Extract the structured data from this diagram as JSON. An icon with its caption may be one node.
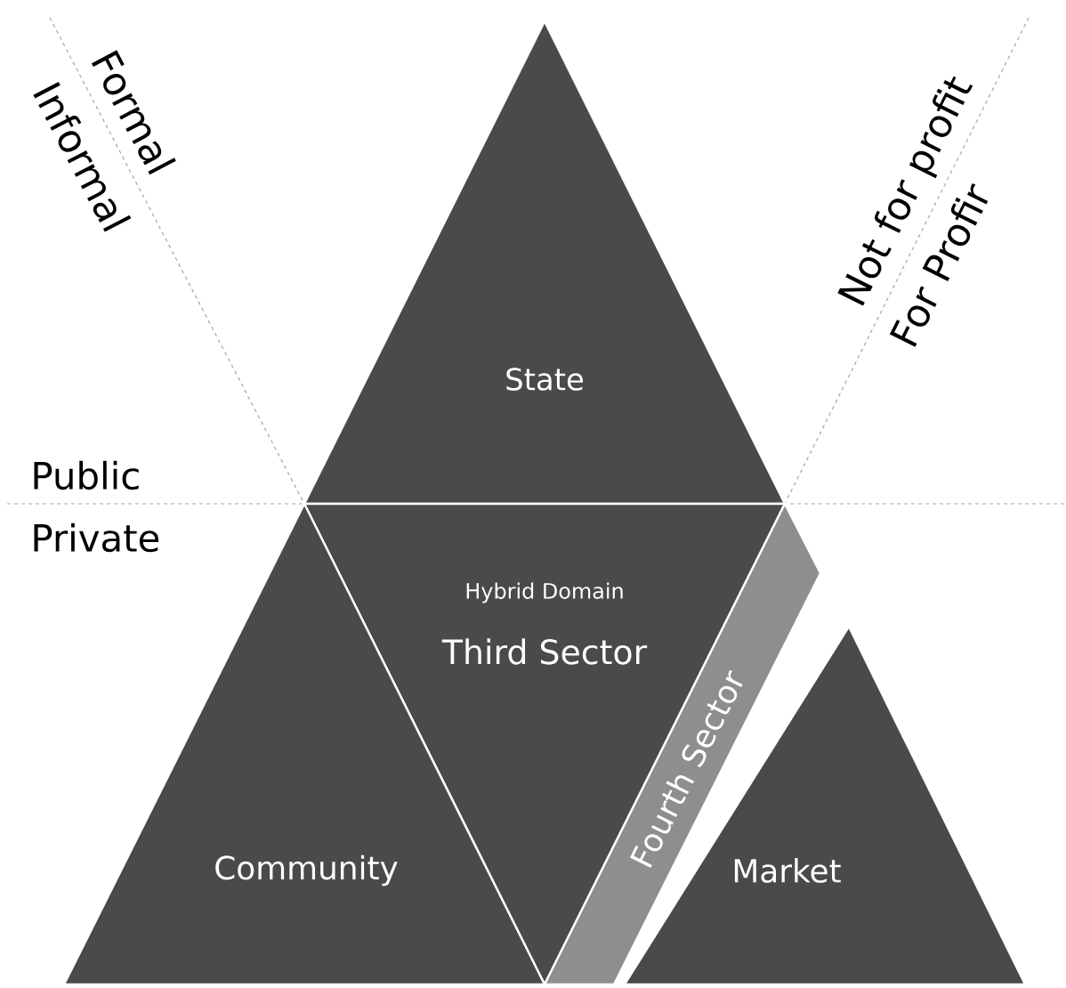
{
  "diagram": {
    "nodes": [
      {
        "text": [
          "State"
        ]
      },
      {
        "text": [
          "Hybrid Domain",
          "Third Sector"
        ]
      },
      {
        "text": [
          "Community"
        ]
      },
      {
        "text": [
          "Fourth Sector"
        ]
      },
      {
        "text": [
          "Market"
        ]
      }
    ],
    "edges": [],
    "labels": [
      "Formal",
      "Informal",
      "Not for profit",
      "For Profir",
      "Public",
      "Private"
    ]
  }
}
